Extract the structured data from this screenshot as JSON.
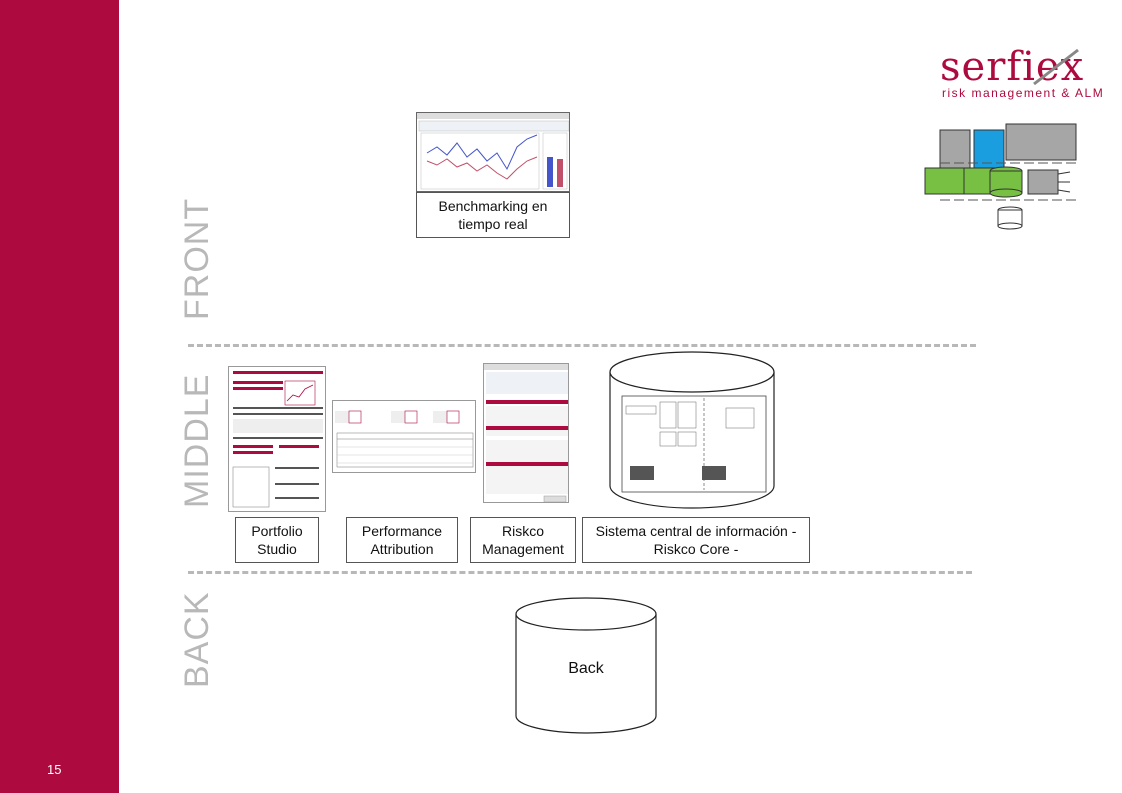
{
  "page_number": "15",
  "logo": {
    "wordmark": "serfiex",
    "tagline": "risk management & ALM"
  },
  "sections": {
    "front": "FRONT",
    "middle": "MIDDLE",
    "back": "BACK"
  },
  "captions": {
    "benchmarking": "Benchmarking en tiempo real",
    "portfolio": "Portfolio Studio",
    "performance": "Performance Attribution",
    "riskco_mgmt": "Riskco Management",
    "sistema": "Sistema central de información - Riskco Core -"
  },
  "back_db_label": "Back",
  "colors": {
    "brand": "#ad0b3f",
    "section_gray": "#b8b8b8",
    "green": "#77c043",
    "blue": "#1a9ee0"
  }
}
